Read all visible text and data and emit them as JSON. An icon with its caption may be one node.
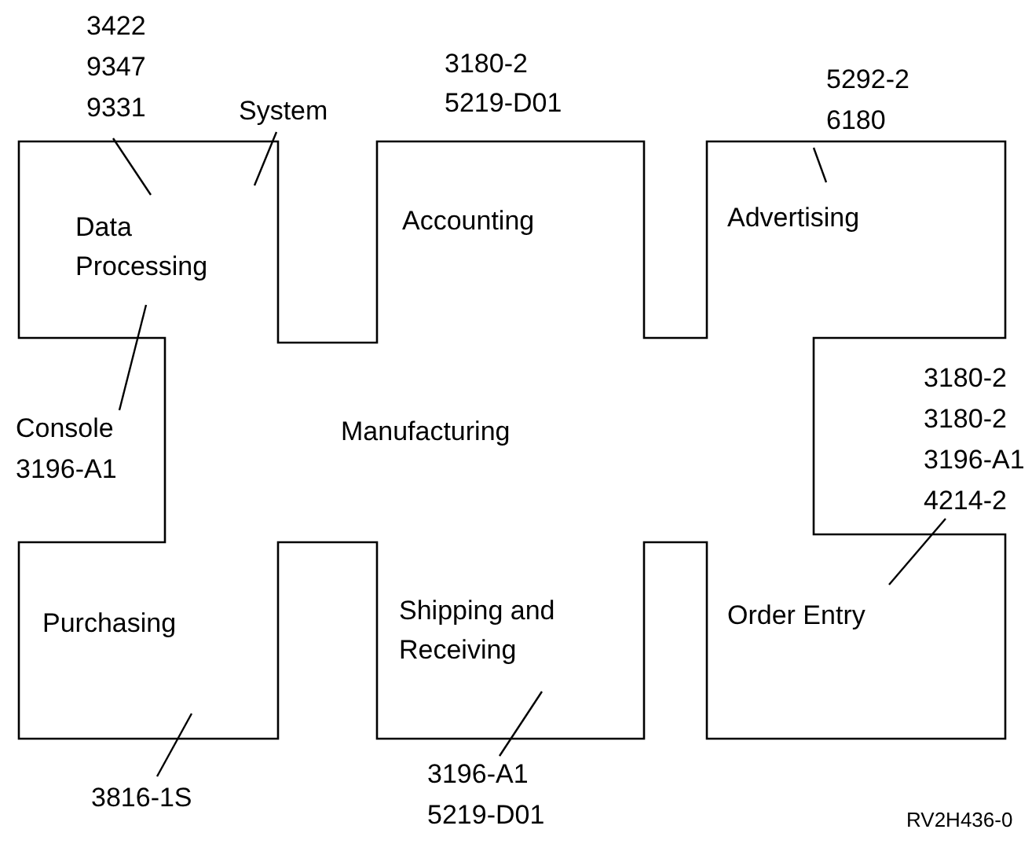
{
  "diagram": {
    "nodes": [
      {
        "text": [
          "3422 9347 9331"
        ]
      },
      {
        "text": [
          "System"
        ]
      },
      {
        "text": [
          "Console 3196-A1"
        ]
      },
      {
        "text": [
          "5292-2 6180"
        ]
      },
      {
        "text": [
          "3180-2 3180-2 3196-A1 4214-2"
        ]
      },
      {
        "text": [
          "3816-1S"
        ]
      },
      {
        "text": [
          "3196-A1 5219-D01"
        ]
      }
    ],
    "edges": [
      {
        "from": 0,
        "to": null,
        "arrow": "none"
      },
      {
        "from": 1,
        "to": null,
        "arrow": "none"
      },
      {
        "from": 2,
        "to": null,
        "arrow": "none"
      },
      {
        "from": 3,
        "to": null,
        "arrow": "none"
      },
      {
        "from": 4,
        "to": null,
        "arrow": "none"
      },
      {
        "from": 5,
        "to": null,
        "arrow": "none"
      },
      {
        "from": 6,
        "to": null,
        "arrow": "none"
      }
    ],
    "labels": [
      "3180-2 5219-D01",
      "Data Processing",
      "Accounting",
      "Advertising",
      "Manufacturing",
      "Purchasing",
      "Shipping and Receiving",
      "Order Entry",
      "RV2H436-0"
    ]
  }
}
